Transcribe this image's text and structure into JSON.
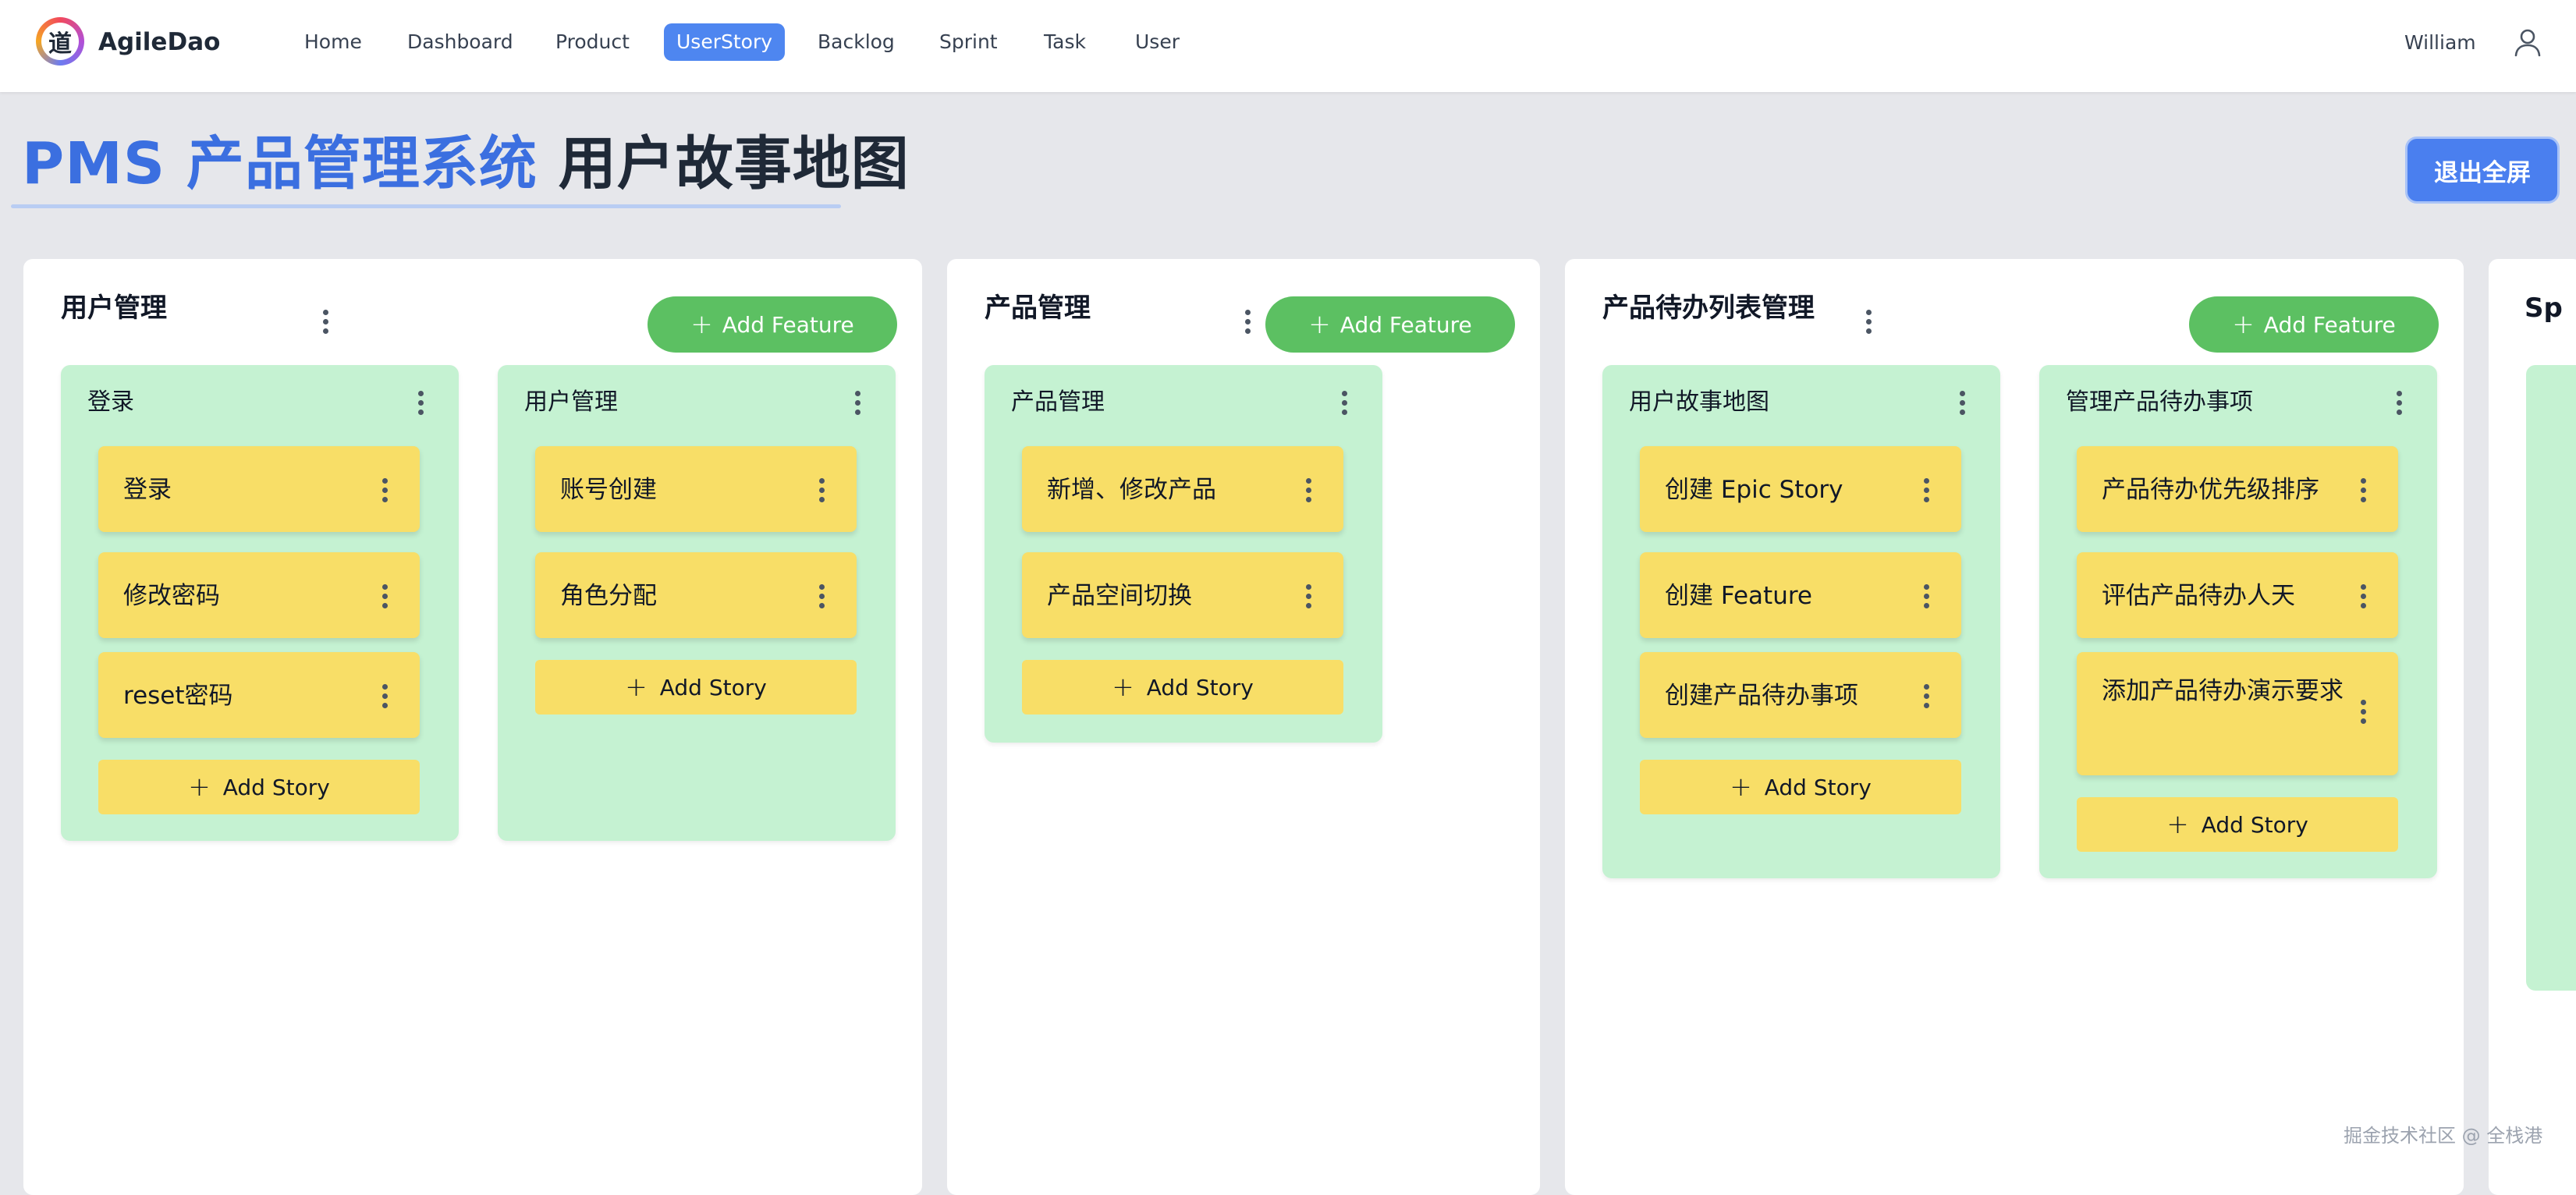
{
  "nav": {
    "brand": "AgileDao",
    "logo_char": "道",
    "items": [
      "Home",
      "Dashboard",
      "Product",
      "UserStory",
      "Backlog",
      "Sprint",
      "Task",
      "User"
    ],
    "active": "UserStory",
    "user": "William"
  },
  "page": {
    "title_highlight": "PMS 产品管理系统",
    "title_rest": "用户故事地图",
    "exit_fullscreen": "退出全屏"
  },
  "add_feature_label": "Add Feature",
  "add_story_label": "Add Story",
  "epics": [
    {
      "title": "用户管理",
      "features": [
        {
          "title": "登录",
          "stories": [
            "登录",
            "修改密码",
            "reset密码"
          ]
        },
        {
          "title": "用户管理",
          "stories": [
            "账号创建",
            "角色分配"
          ]
        }
      ]
    },
    {
      "title": "产品管理",
      "features": [
        {
          "title": "产品管理",
          "stories": [
            "新增、修改产品",
            "产品空间切换"
          ]
        }
      ]
    },
    {
      "title": "产品待办列表管理",
      "features": [
        {
          "title": "用户故事地图",
          "stories": [
            "创建 Epic Story",
            "创建 Feature",
            "创建产品待办事项"
          ]
        },
        {
          "title": "管理产品待办事项",
          "stories": [
            "产品待办优先级排序",
            "评估产品待办人天",
            "添加产品待办演示要求"
          ]
        }
      ]
    },
    {
      "title": "Sp",
      "features": []
    }
  ],
  "watermark": "掘金技术社区 @ 全栈港",
  "colors": {
    "accent": "#4e86f0",
    "add_feature": "#5cc062",
    "feature_bg": "#c5f2d2",
    "story_bg": "#f8de67",
    "page_bg": "#e6e7eb"
  }
}
